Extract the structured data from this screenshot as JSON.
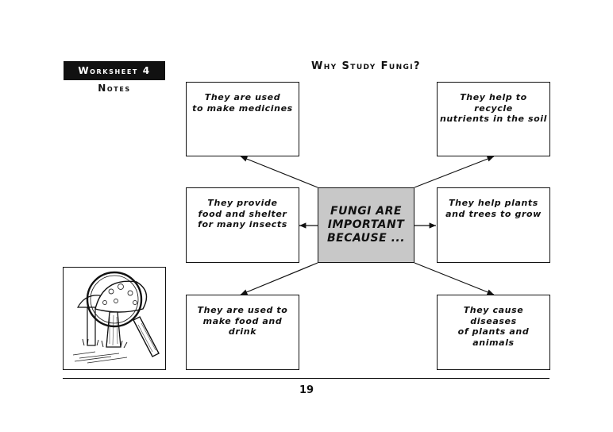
{
  "header": {
    "worksheet_label": "Worksheet 4",
    "section_label": "Notes",
    "title": "Why Study Fungi?"
  },
  "center": {
    "text": "FUNGI ARE\nIMPORTANT\nBECAUSE ..."
  },
  "boxes": {
    "top_left": "They are used\nto make medicines",
    "top_right": "They help to recycle\nnutrients in the soil",
    "mid_left": "They provide\nfood and shelter\nfor many insects",
    "mid_right": "They help plants\nand trees to grow",
    "bottom_left": "They are used to\nmake food and drink",
    "bottom_right": "They cause diseases\nof plants and animals"
  },
  "illustration": {
    "icon": "mushroom-magnifier-sketch"
  },
  "footer": {
    "page_number": "19"
  },
  "colors": {
    "ink": "#111111",
    "center_fill": "#c8c8c8"
  }
}
